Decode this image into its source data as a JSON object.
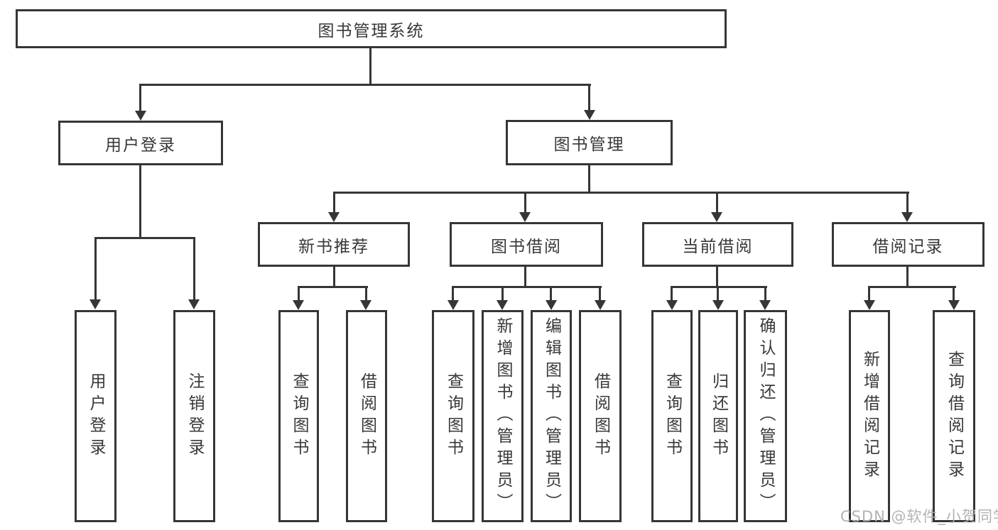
{
  "tree": {
    "root": {
      "label": "图书管理系统"
    },
    "level2": [
      {
        "label": "用户登录",
        "children": [
          {
            "label": "用户登录"
          },
          {
            "label": "注销登录"
          }
        ]
      },
      {
        "label": "图书管理"
      }
    ],
    "level3": [
      {
        "label": "新书推荐",
        "children": [
          {
            "label": "查询图书"
          },
          {
            "label": "借阅图书"
          }
        ]
      },
      {
        "label": "图书借阅",
        "children": [
          {
            "label": "查询图书"
          },
          {
            "label": "新增图书（管理员）"
          },
          {
            "label": "编辑图书（管理员）"
          },
          {
            "label": "借阅图书"
          }
        ]
      },
      {
        "label": "当前借阅",
        "children": [
          {
            "label": "查询图书"
          },
          {
            "label": "归还图书"
          },
          {
            "label": "确认归还（管理员）"
          }
        ]
      },
      {
        "label": "借阅记录",
        "children": [
          {
            "label": "新增借阅记录"
          },
          {
            "label": "查询借阅记录"
          }
        ]
      }
    ]
  },
  "watermark": {
    "text": "CSDN @软件_小贺同学"
  },
  "colors": {
    "line": "#363636",
    "text": "#383838",
    "background": "#ffffff",
    "watermark": "#afafaf"
  }
}
